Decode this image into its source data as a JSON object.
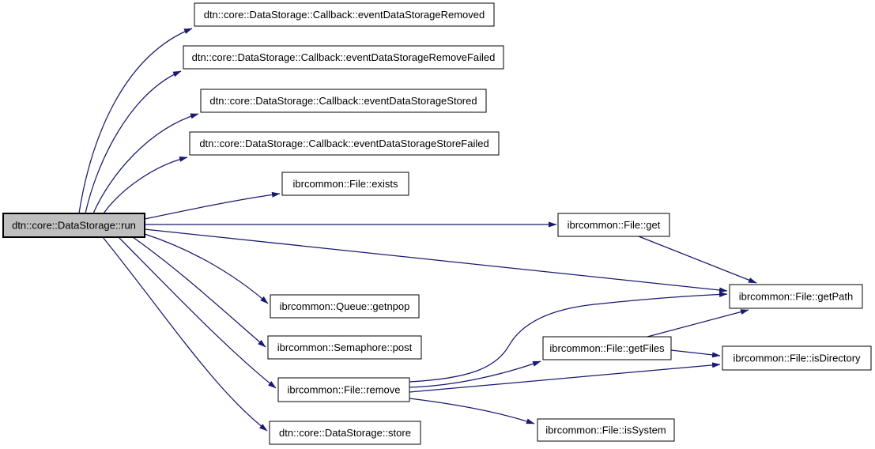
{
  "diagram": {
    "type": "call-graph",
    "colors": {
      "background": "#ffffff",
      "edge": "#191970",
      "node_border": "#000000",
      "node_fill": "#ffffff",
      "highlight_node_fill": "#bfbfbf"
    },
    "nodes": {
      "run": {
        "label": "dtn::core::DataStorage::run",
        "highlighted": true
      },
      "eventDataStorageRemoved": {
        "label": "dtn::core::DataStorage::Callback::eventDataStorageRemoved",
        "highlighted": false
      },
      "eventDataStorageRemoveFailed": {
        "label": "dtn::core::DataStorage::Callback::eventDataStorageRemoveFailed",
        "highlighted": false
      },
      "eventDataStorageStored": {
        "label": "dtn::core::DataStorage::Callback::eventDataStorageStored",
        "highlighted": false
      },
      "eventDataStorageStoreFailed": {
        "label": "dtn::core::DataStorage::Callback::eventDataStorageStoreFailed",
        "highlighted": false
      },
      "exists": {
        "label": "ibrcommon::File::exists",
        "highlighted": false
      },
      "get": {
        "label": "ibrcommon::File::get",
        "highlighted": false
      },
      "getPath": {
        "label": "ibrcommon::File::getPath",
        "highlighted": false
      },
      "getnpop": {
        "label": "ibrcommon::Queue::getnpop",
        "highlighted": false
      },
      "post": {
        "label": "ibrcommon::Semaphore::post",
        "highlighted": false
      },
      "remove": {
        "label": "ibrcommon::File::remove",
        "highlighted": false
      },
      "getFiles": {
        "label": "ibrcommon::File::getFiles",
        "highlighted": false
      },
      "isDirectory": {
        "label": "ibrcommon::File::isDirectory",
        "highlighted": false
      },
      "isSystem": {
        "label": "ibrcommon::File::isSystem",
        "highlighted": false
      },
      "store": {
        "label": "dtn::core::DataStorage::store",
        "highlighted": false
      }
    },
    "edges": [
      {
        "from": "run",
        "to": "eventDataStorageRemoved"
      },
      {
        "from": "run",
        "to": "eventDataStorageRemoveFailed"
      },
      {
        "from": "run",
        "to": "eventDataStorageStored"
      },
      {
        "from": "run",
        "to": "eventDataStorageStoreFailed"
      },
      {
        "from": "run",
        "to": "exists"
      },
      {
        "from": "run",
        "to": "get"
      },
      {
        "from": "run",
        "to": "getPath"
      },
      {
        "from": "run",
        "to": "getnpop"
      },
      {
        "from": "run",
        "to": "post"
      },
      {
        "from": "run",
        "to": "remove"
      },
      {
        "from": "run",
        "to": "store"
      },
      {
        "from": "get",
        "to": "getPath"
      },
      {
        "from": "remove",
        "to": "getPath"
      },
      {
        "from": "remove",
        "to": "getFiles"
      },
      {
        "from": "remove",
        "to": "isDirectory"
      },
      {
        "from": "remove",
        "to": "isSystem"
      },
      {
        "from": "getFiles",
        "to": "getPath"
      },
      {
        "from": "getFiles",
        "to": "isDirectory"
      }
    ]
  }
}
